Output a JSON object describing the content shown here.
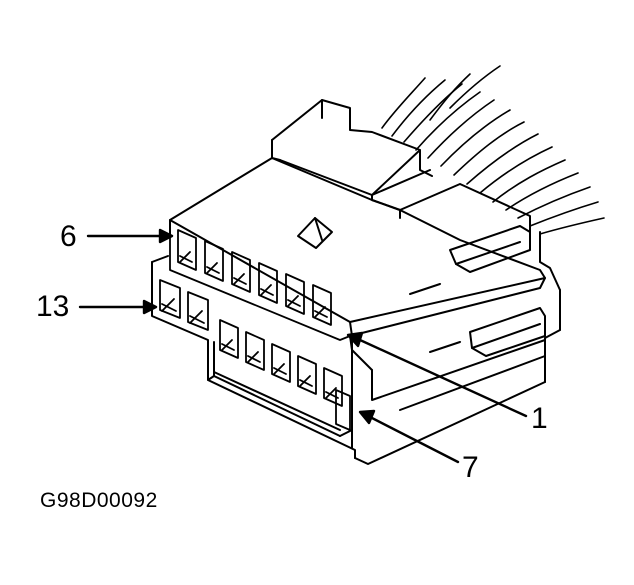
{
  "callouts": {
    "pin_6": "6",
    "pin_13": "13",
    "pin_1": "1",
    "pin_7": "7"
  },
  "figure_id": "G98D00092",
  "colors": {
    "line": "#000000",
    "shell_fill": "#ffffff",
    "top_fill": "#ffffff"
  }
}
